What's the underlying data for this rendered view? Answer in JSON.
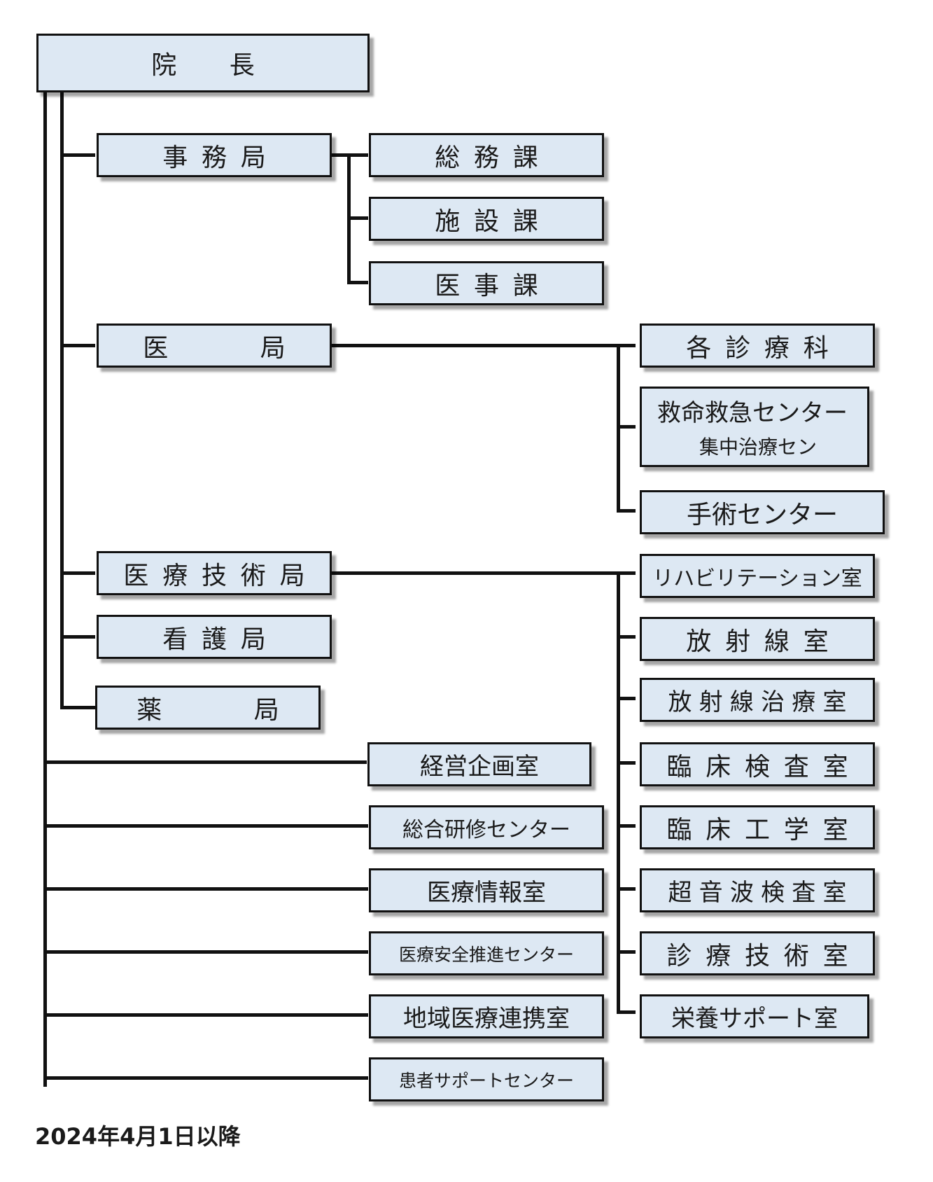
{
  "top": {
    "director": "院　長"
  },
  "bureaus": {
    "jimu": "事務局",
    "ikyoku": "医　　局",
    "iryo_gijutsu": "医療技術局",
    "kango": "看護局",
    "yaku": "薬　　局"
  },
  "jimu_sections": [
    "総務課",
    "施設課",
    "医事課"
  ],
  "ikyoku_units": {
    "clinical": "各診療科",
    "emergency_line1": "救命救急センター",
    "emergency_line2": "集中治療セン",
    "surgery": "手術センター"
  },
  "gijutsu_units": [
    "リハビリテーション室",
    "放射線室",
    "放射線治療室",
    "臨床検査室",
    "臨床工学室",
    "超音波検査室",
    "診療技術室",
    "栄養サポート室"
  ],
  "direct_units": [
    "経営企画室",
    "総合研修センター",
    "医療情報室",
    "医療安全推進センター",
    "地域医療連携室",
    "患者サポートセンター"
  ],
  "footer": {
    "effective_date": "2024年4月1日以降"
  }
}
